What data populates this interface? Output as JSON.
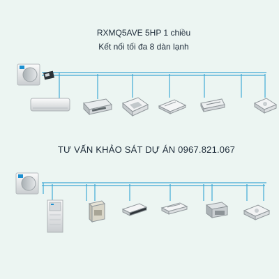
{
  "header": {
    "model_line": "RXMQ5AVE 5HP 1 chiều",
    "connect_line": "Kết nối tối đa 8 dàn lạnh"
  },
  "banner": {
    "consult_line": "TƯ VẤN KHẢO SÁT DỰ ÁN 0967.821.067"
  },
  "colors": {
    "pipe": "#3fa9d6",
    "background": "#ecf5f2",
    "logo": "#1b8fd0"
  },
  "system_top": {
    "outdoor": "outdoor-unit",
    "indoor_units": [
      "wall-mounted-unit",
      "ducted-unit",
      "cassette-4way-unit",
      "ceiling-cassette-unit",
      "concealed-duct-unit",
      "round-cassette-unit"
    ]
  },
  "system_bottom": {
    "outdoor": "outdoor-unit",
    "indoor_units": [
      "floor-standing-unit",
      "ahu-unit",
      "ceiling-suspended-unit",
      "slim-cassette-unit",
      "duct-box-unit",
      "round-cassette-unit"
    ]
  }
}
